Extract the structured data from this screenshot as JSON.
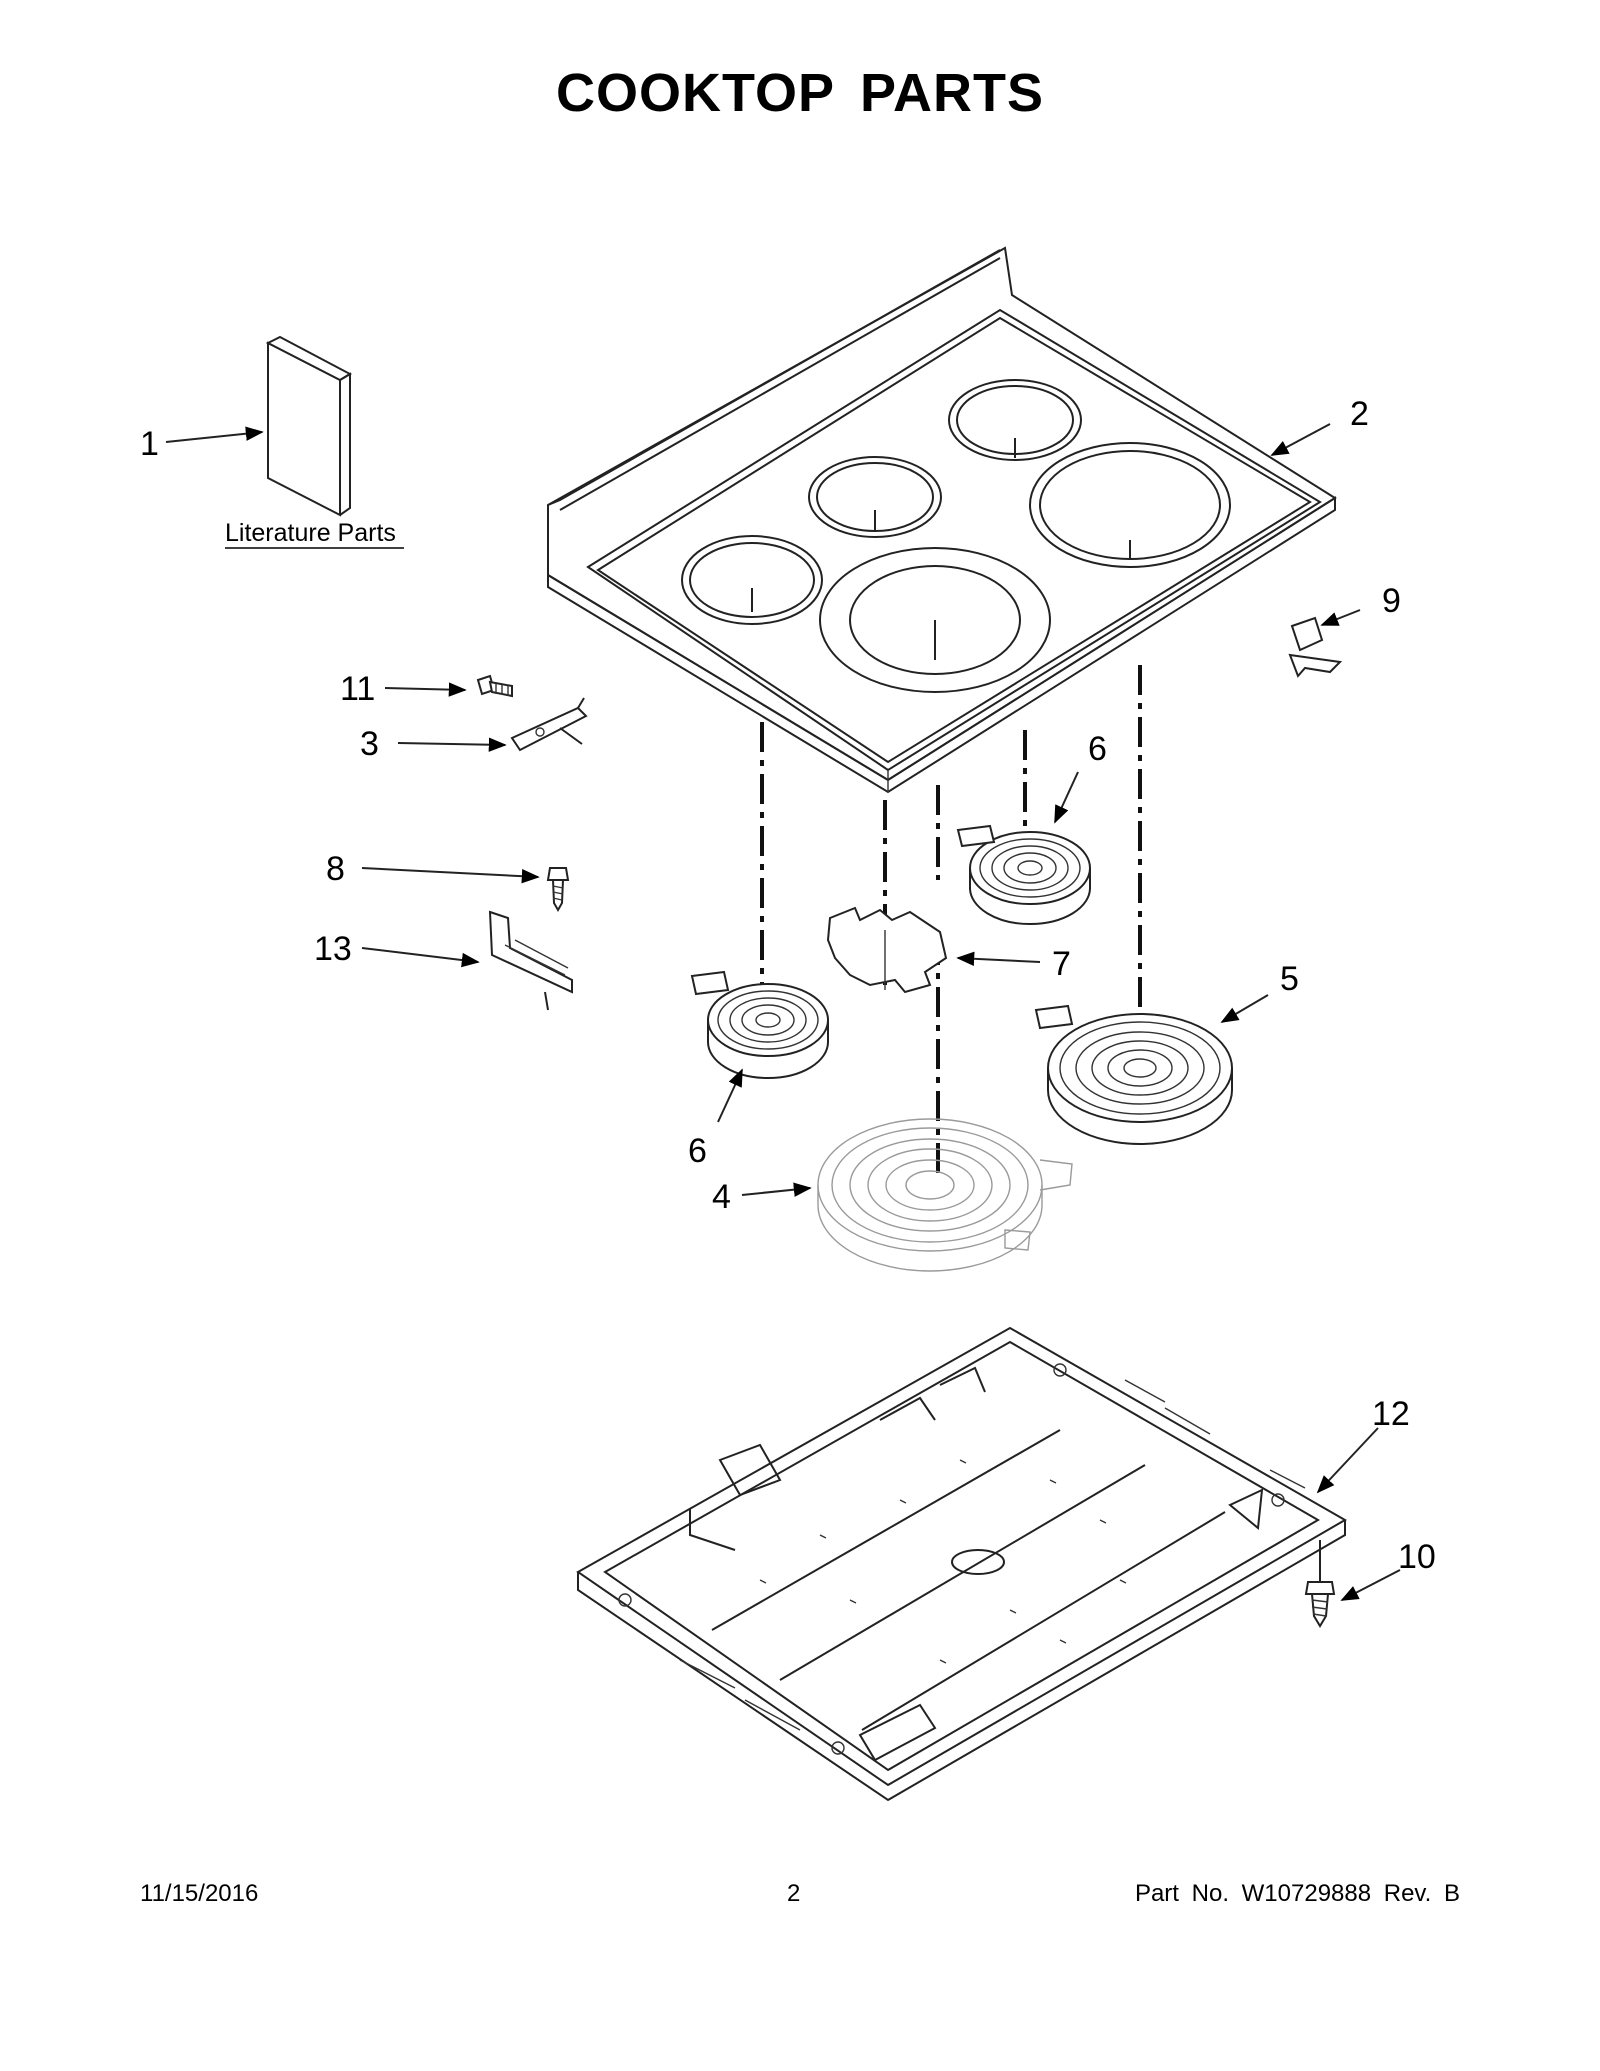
{
  "title": "COOKTOP  PARTS",
  "literature_label": "Literature Parts",
  "callouts": {
    "c1": "1",
    "c2": "2",
    "c3": "3",
    "c4": "4",
    "c5": "5",
    "c6a": "6",
    "c6b": "6",
    "c7": "7",
    "c8": "8",
    "c9": "9",
    "c10": "10",
    "c11": "11",
    "c12": "12",
    "c13": "13"
  },
  "footer": {
    "date": "11/15/2016",
    "page": "2",
    "part": "Part No.  W10729888  Rev.  B"
  }
}
